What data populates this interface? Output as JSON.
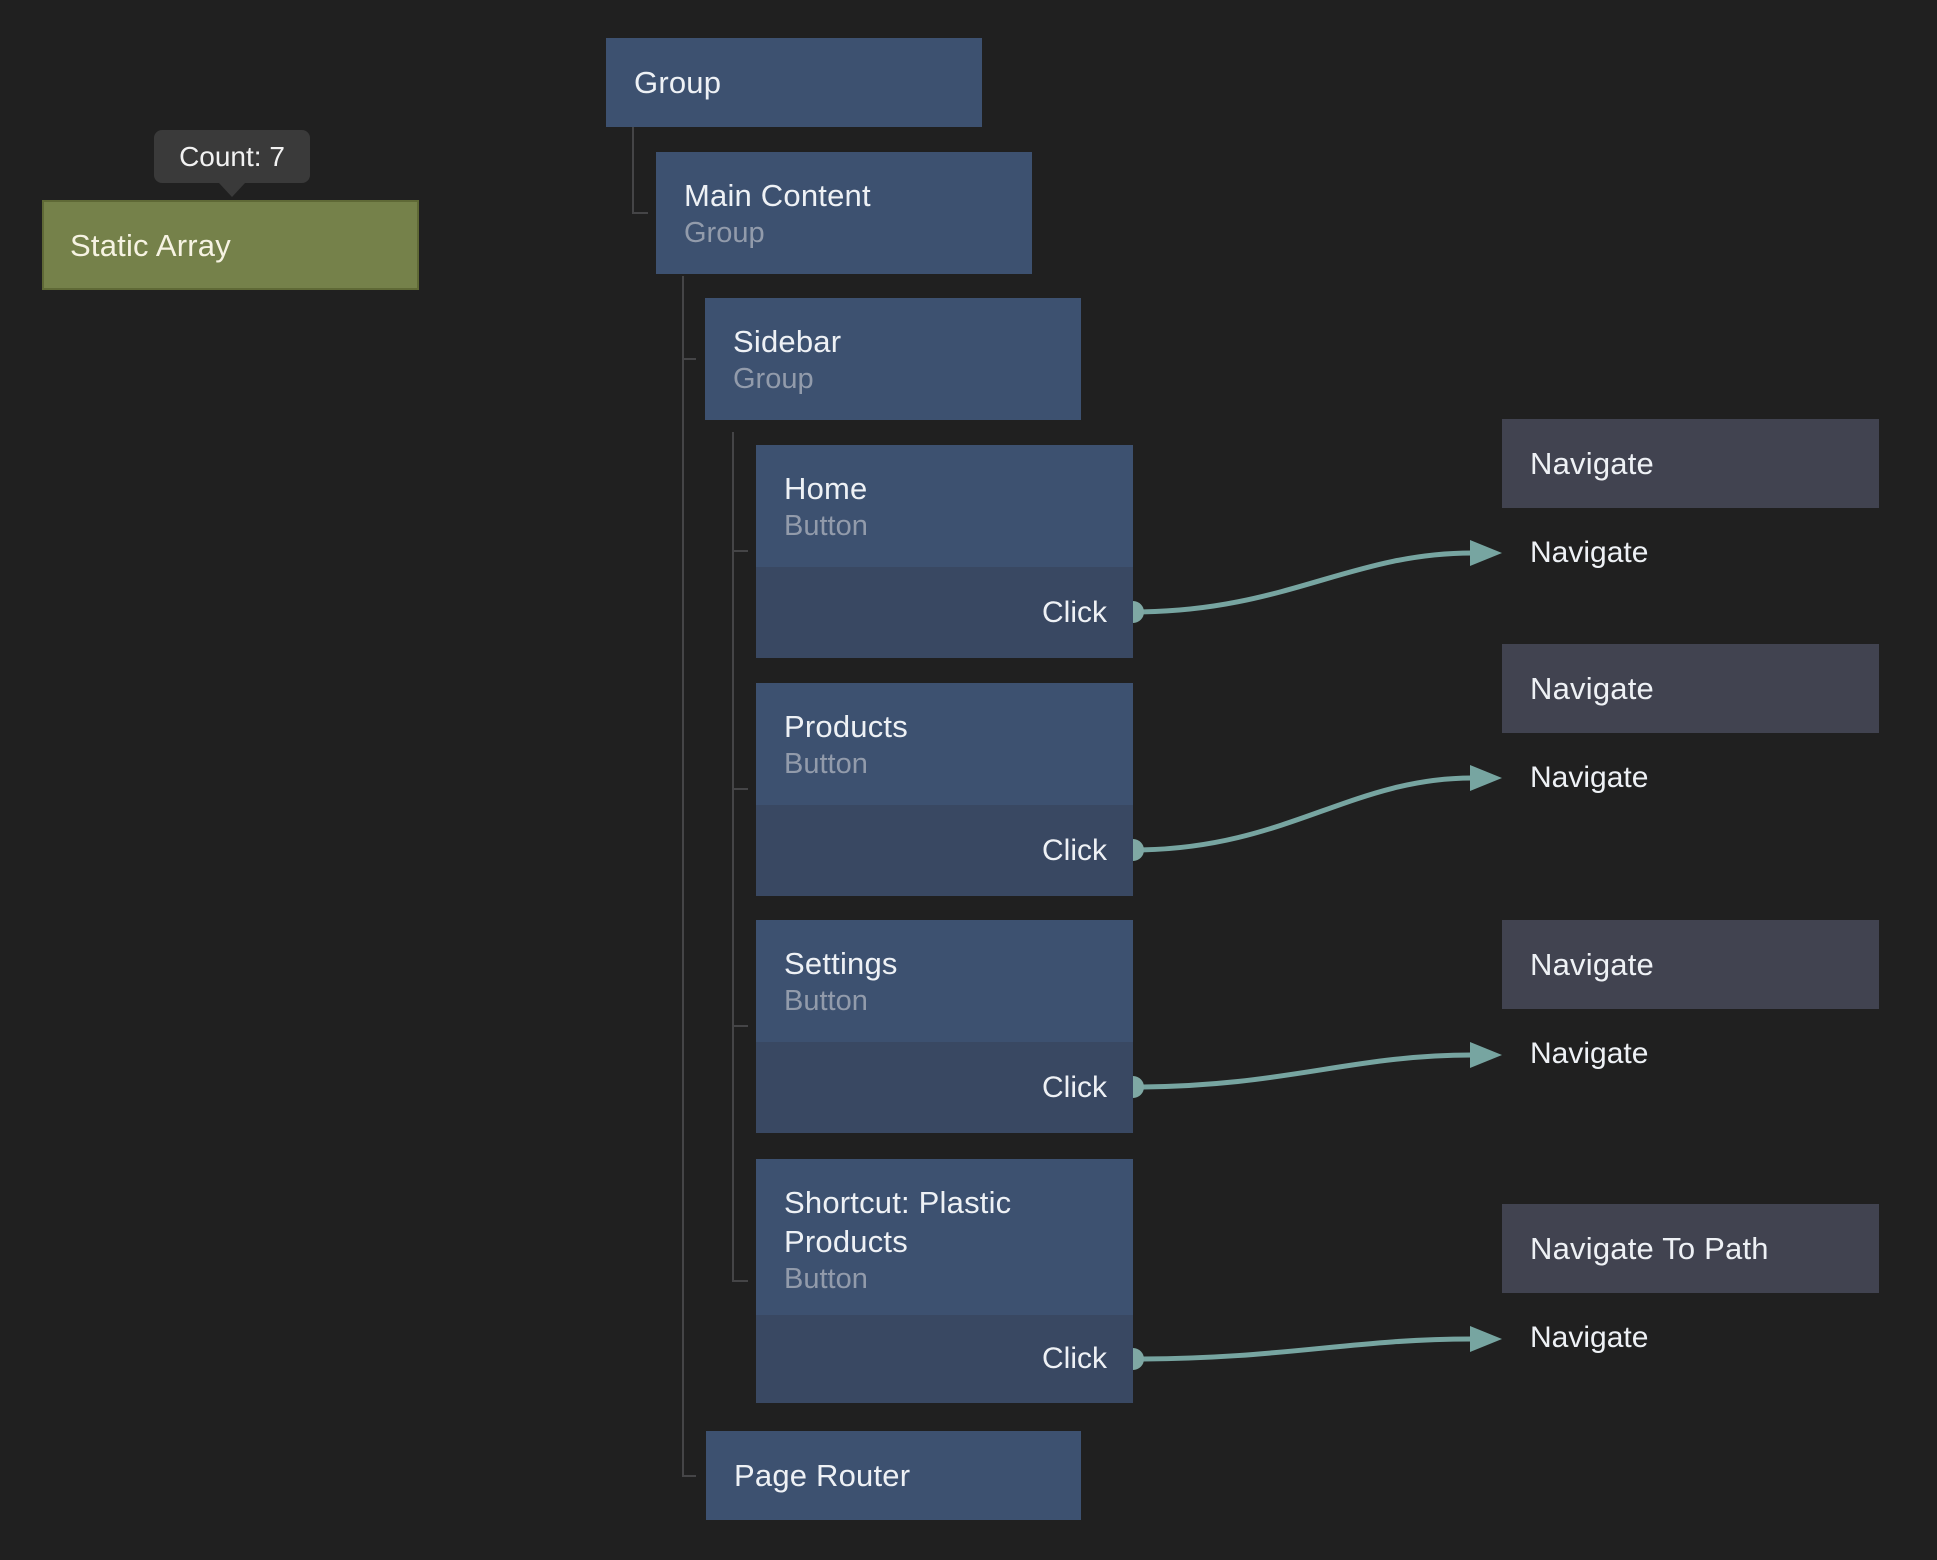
{
  "app": {
    "view": "node-graph-editor"
  },
  "colors": {
    "bg": "#202020",
    "node_blue_title": "#3d5170",
    "node_blue_ports": "#394862",
    "node_gray_title": "#414350",
    "node_gray_ports": "#484a57",
    "node_green": "#75814a",
    "node_green_border": "#5f6936",
    "connection": "#77a5a1",
    "connection_dot": "#7fa8a4",
    "tree_line": "#454547",
    "tooltip_bg": "#3a3a3a",
    "title_text": "#eef1f5",
    "subtitle_text": "#929bab"
  },
  "tooltip": {
    "text": "Count: 7"
  },
  "nodes": {
    "static_array": {
      "title": "Static Array"
    },
    "group": {
      "title": "Group"
    },
    "main_content": {
      "title": "Main Content",
      "subtitle": "Group"
    },
    "sidebar": {
      "title": "Sidebar",
      "subtitle": "Group"
    },
    "home": {
      "title": "Home",
      "subtitle": "Button",
      "output": "Click"
    },
    "products": {
      "title": "Products",
      "subtitle": "Button",
      "output": "Click"
    },
    "settings": {
      "title": "Settings",
      "subtitle": "Button",
      "output": "Click"
    },
    "shortcut": {
      "title": "Shortcut: Plastic Products",
      "subtitle": "Button",
      "output": "Click"
    },
    "page_router": {
      "title": "Page Router"
    },
    "navigate_1": {
      "title": "Navigate",
      "input": "Navigate"
    },
    "navigate_2": {
      "title": "Navigate",
      "input": "Navigate"
    },
    "navigate_3": {
      "title": "Navigate",
      "input": "Navigate"
    },
    "navigate_to_path": {
      "title": "Navigate To Path",
      "input": "Navigate"
    }
  },
  "connections": [
    {
      "from": "Home.Click",
      "to": "Navigate.Navigate"
    },
    {
      "from": "Products.Click",
      "to": "Navigate.Navigate"
    },
    {
      "from": "Settings.Click",
      "to": "Navigate.Navigate"
    },
    {
      "from": "Shortcut: Plastic Products.Click",
      "to": "Navigate To Path.Navigate"
    }
  ]
}
